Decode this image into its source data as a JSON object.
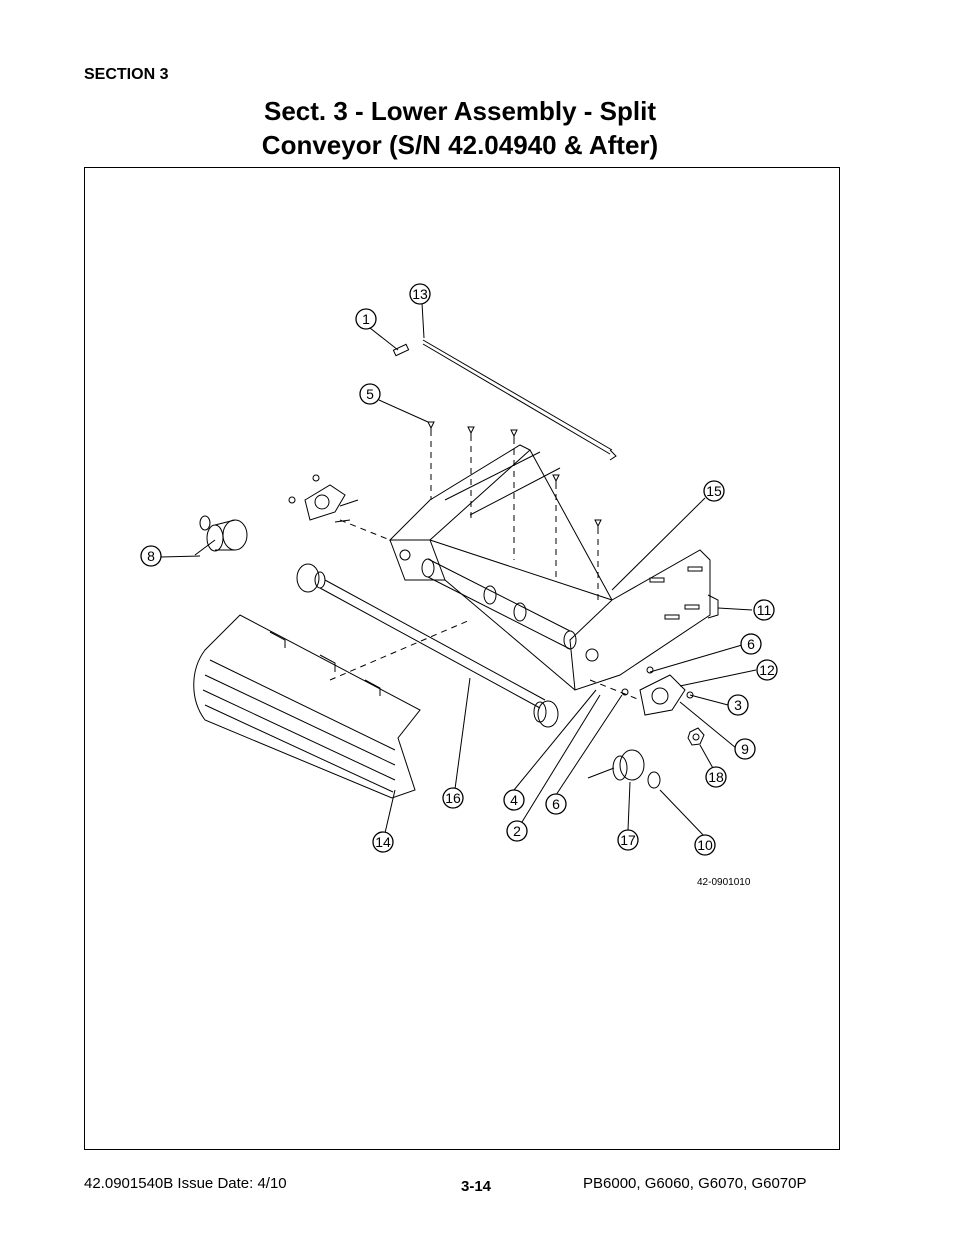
{
  "header": {
    "section": "SECTION 3",
    "title_line1": "Sect. 3 - Lower Assembly - Split",
    "title_line2": "Conveyor (S/N 42.04940 & After)"
  },
  "diagram": {
    "drawing_number": "42-0901010",
    "callouts": [
      "1",
      "2",
      "3",
      "4",
      "5",
      "6",
      "6",
      "8",
      "9",
      "10",
      "11",
      "12",
      "13",
      "14",
      "15",
      "16",
      "17",
      "18"
    ]
  },
  "footer": {
    "doc_info": "42.0901540B  Issue Date: 4/10",
    "page_number": "3-14",
    "models": "PB6000, G6060, G6070, G6070P"
  }
}
